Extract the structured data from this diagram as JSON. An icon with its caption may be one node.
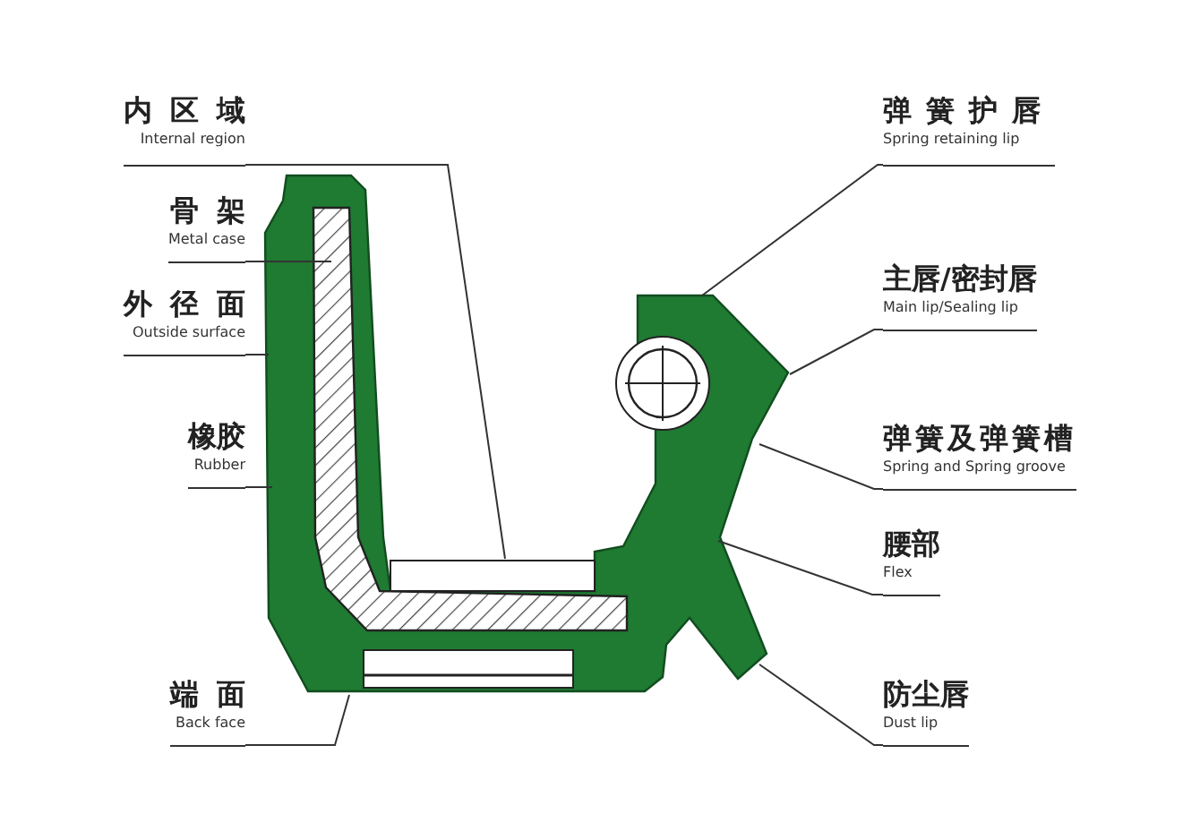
{
  "diagram": {
    "nodes": [
      {
        "text": [
          "内区域",
          "Internal region"
        ]
      },
      {
        "text": [
          "骨架",
          "Metal case"
        ]
      },
      {
        "text": [
          "外径面",
          "Outside surface"
        ]
      },
      {
        "text": [
          "橡胶",
          "Rubber"
        ]
      },
      {
        "text": [
          "端面",
          "Back face"
        ]
      },
      {
        "text": [
          "弹簧护唇",
          "Spring retaining lip"
        ]
      },
      {
        "text": [
          "主唇/密封唇",
          "Main lip/Sealing lip"
        ]
      },
      {
        "text": [
          "弹簧及弹簧槽",
          "Spring and Spring groove"
        ]
      },
      {
        "text": [
          "腰部",
          "Flex"
        ]
      },
      {
        "text": [
          "防尘唇",
          "Dust lip"
        ]
      }
    ],
    "edges": [
      {
        "from": 0,
        "to": null,
        "arrow": "none"
      },
      {
        "from": 1,
        "to": null,
        "arrow": "none"
      },
      {
        "from": 2,
        "to": null,
        "arrow": "none"
      },
      {
        "from": 3,
        "to": null,
        "arrow": "none"
      },
      {
        "from": 4,
        "to": null,
        "arrow": "none"
      },
      {
        "from": 5,
        "to": null,
        "arrow": "none"
      },
      {
        "from": 6,
        "to": null,
        "arrow": "none"
      },
      {
        "from": 7,
        "to": null,
        "arrow": "none"
      },
      {
        "from": 8,
        "to": null,
        "arrow": "none"
      },
      {
        "from": 9,
        "to": null,
        "arrow": "none"
      }
    ]
  }
}
